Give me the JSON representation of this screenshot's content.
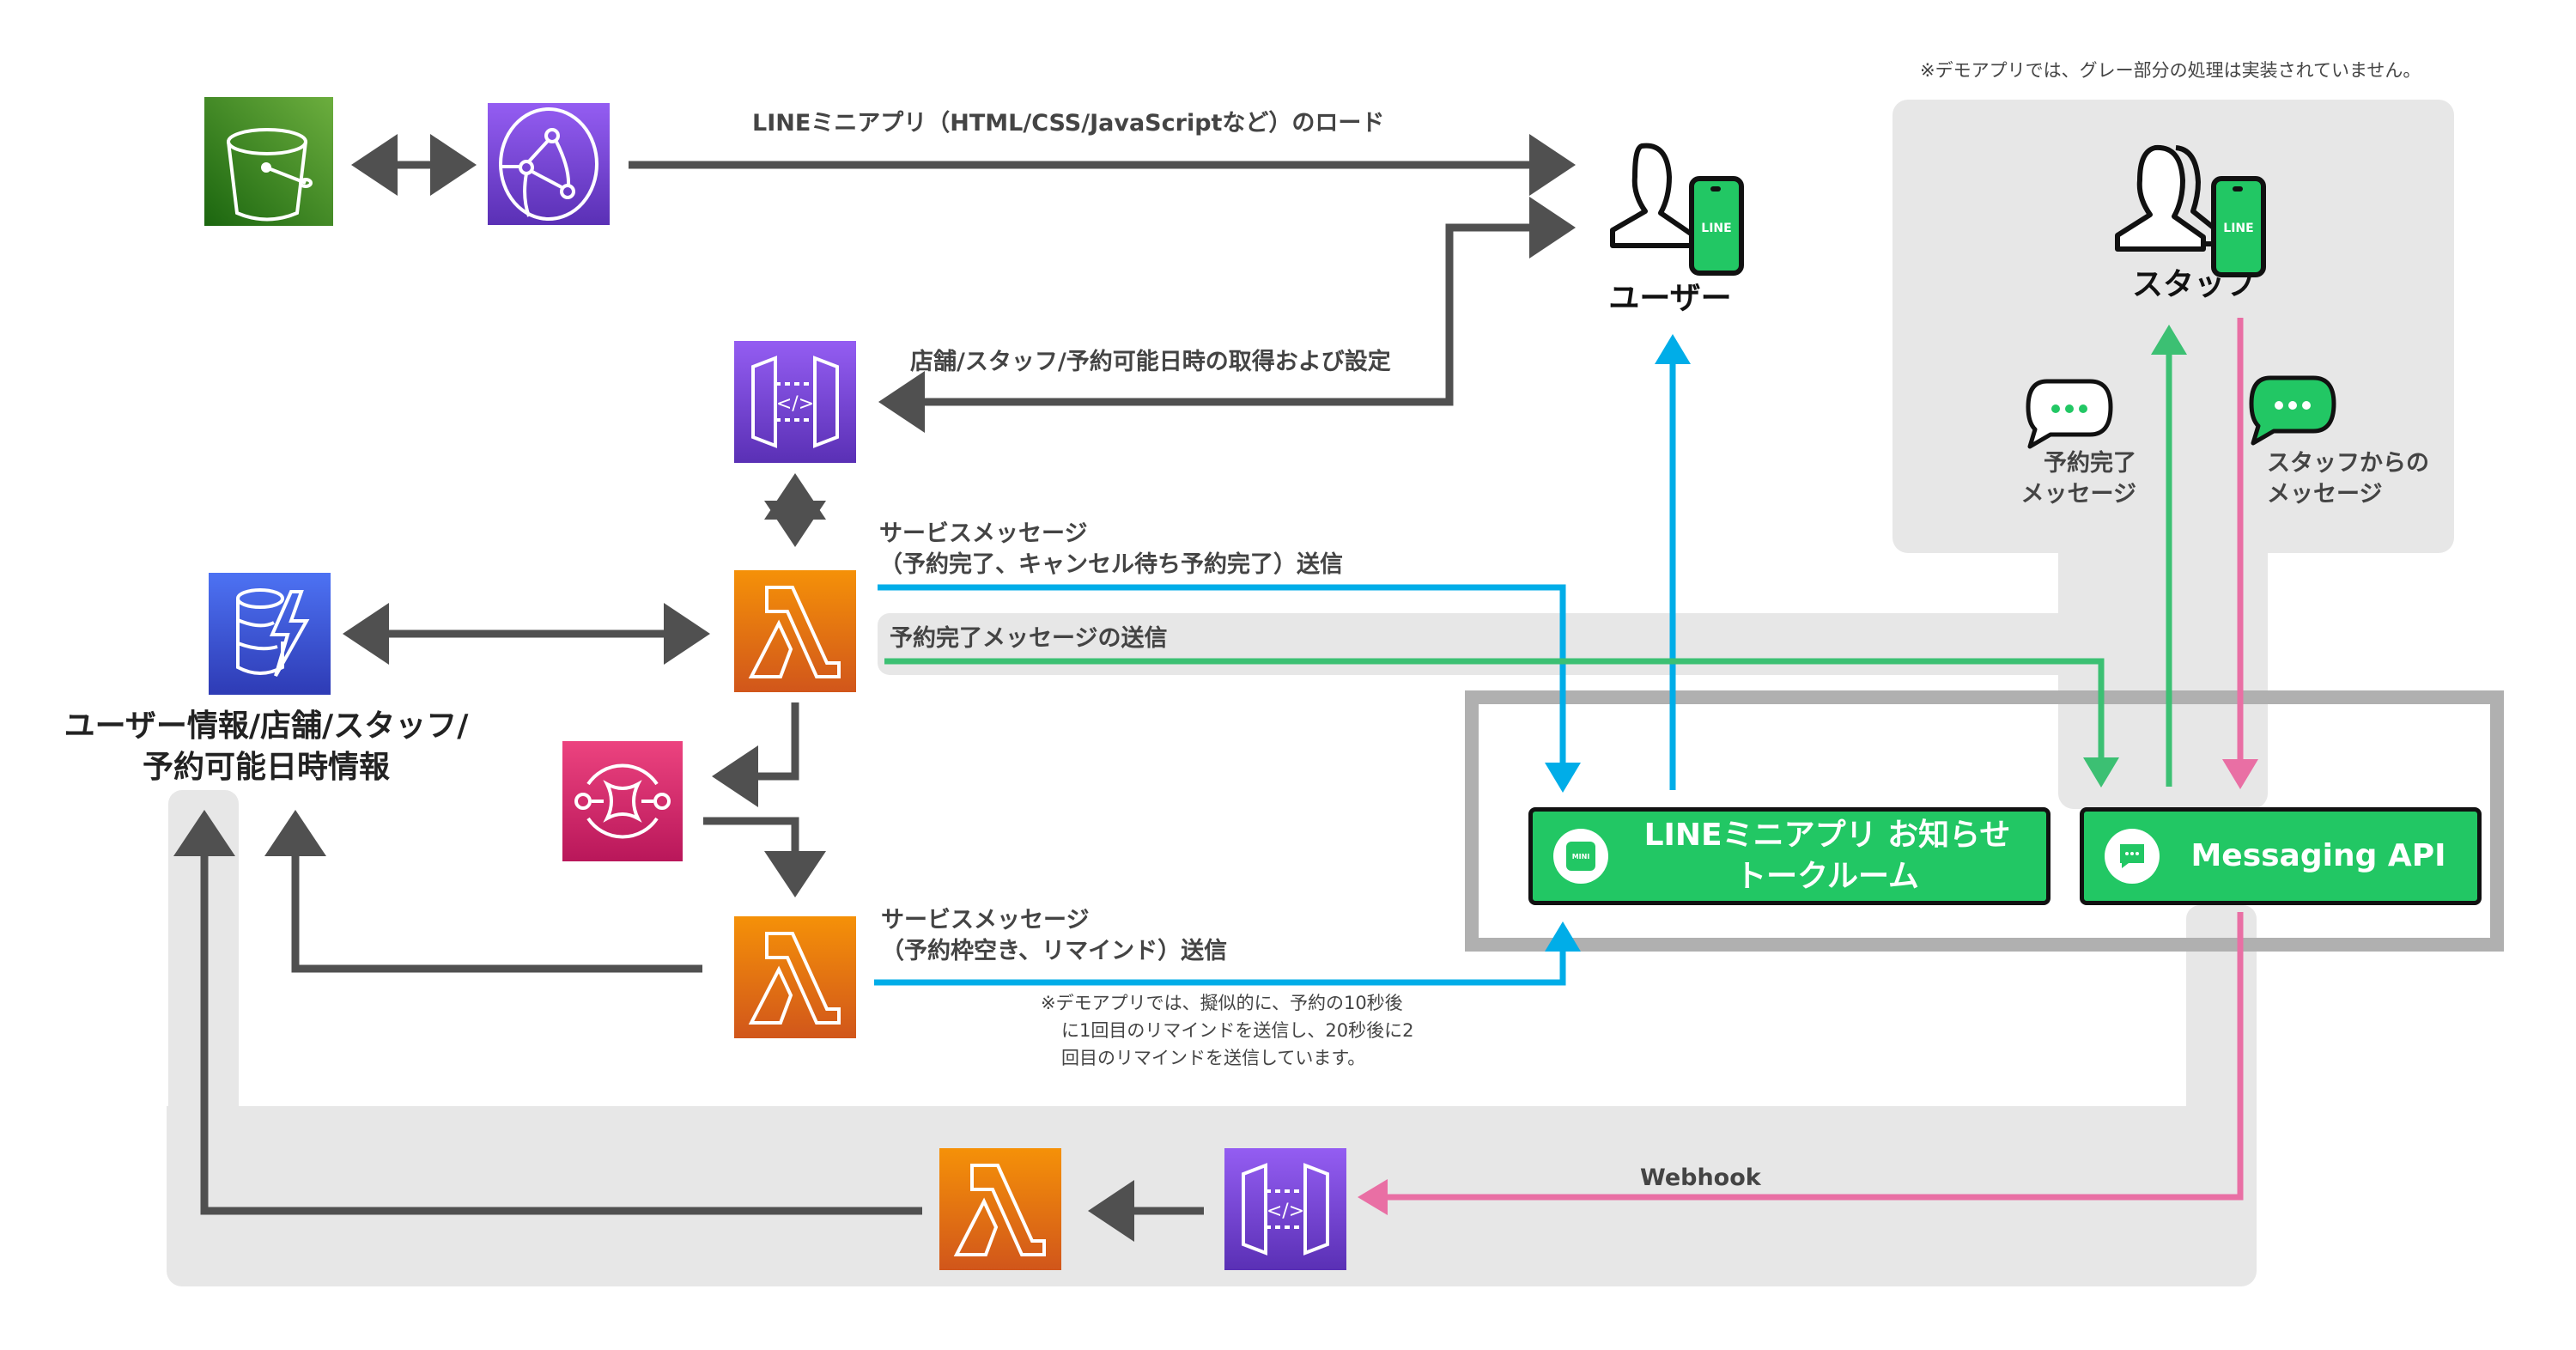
{
  "diagram": {
    "top_note": "※デモアプリでは、グレー部分の処理は実装されていません。",
    "nodes": {
      "s3": {
        "icon": "s3-bucket-icon",
        "color": "#3f8624"
      },
      "cloudfront": {
        "icon": "cloudfront-icon",
        "color": "#7b4ddb"
      },
      "apigw_top": {
        "icon": "api-gateway-icon",
        "color": "#7b4ddb"
      },
      "lambda_top": {
        "icon": "lambda-icon",
        "color": "#e8760f"
      },
      "dynamodb": {
        "icon": "dynamodb-icon",
        "color": "#3b48cc",
        "label_line1": "ユーザー情報/店舗/スタッフ/",
        "label_line2": "予約可能日時情報"
      },
      "sqs": {
        "icon": "sqs-icon",
        "color": "#d6266b"
      },
      "lambda_mid": {
        "icon": "lambda-icon",
        "color": "#e8760f"
      },
      "lambda_bottom": {
        "icon": "lambda-icon",
        "color": "#e8760f"
      },
      "apigw_bottom": {
        "icon": "api-gateway-icon",
        "color": "#7b4ddb"
      },
      "user": {
        "icon": "user-with-line-phone-icon",
        "label": "ユーザー",
        "phone_text": "LINE"
      },
      "staff": {
        "icon": "staff-with-line-phone-icon",
        "label": "スタッフ",
        "phone_text": "LINE"
      },
      "notice_room": {
        "icon": "line-mini-icon",
        "icon_text": "MINI",
        "label_line1": "LINEミニアプリ お知らせ",
        "label_line2": "トークルーム"
      },
      "messaging_api": {
        "icon": "chat-bubble-icon",
        "label": "Messaging API"
      }
    },
    "edges": {
      "load": "LINEミニアプリ（HTML/CSS/JavaScriptなど）のロード",
      "settings": "店舗/スタッフ/予約可能日時の取得および設定",
      "service_msg_1_line1": "サービスメッセージ",
      "service_msg_1_line2": "（予約完了、キャンセル待ち予約完了）送信",
      "reservation_msg": "予約完了メッセージの送信",
      "service_msg_2_line1": "サービスメッセージ",
      "service_msg_2_line2": "（予約枠空き、リマインド）送信",
      "webhook": "Webhook",
      "bubble_complete_line1": "予約完了",
      "bubble_complete_line2": "メッセージ",
      "bubble_staff_line1": "スタッフからの",
      "bubble_staff_line2": "メッセージ"
    },
    "reminder_note": {
      "line1": "※デモアプリでは、擬似的に、予約の10秒後",
      "line2": "に1回目のリマインドを送信し、20秒後に2",
      "line3": "回目のリマインドを送信しています。"
    },
    "colors": {
      "arrow_dark": "#505050",
      "arrow_blue": "#00ade8",
      "arrow_green": "#3cc073",
      "arrow_pink": "#e96fa4",
      "line_green": "#22c764",
      "gray_area": "#e7e7e7",
      "frame_gray": "#b0b0b0"
    }
  }
}
